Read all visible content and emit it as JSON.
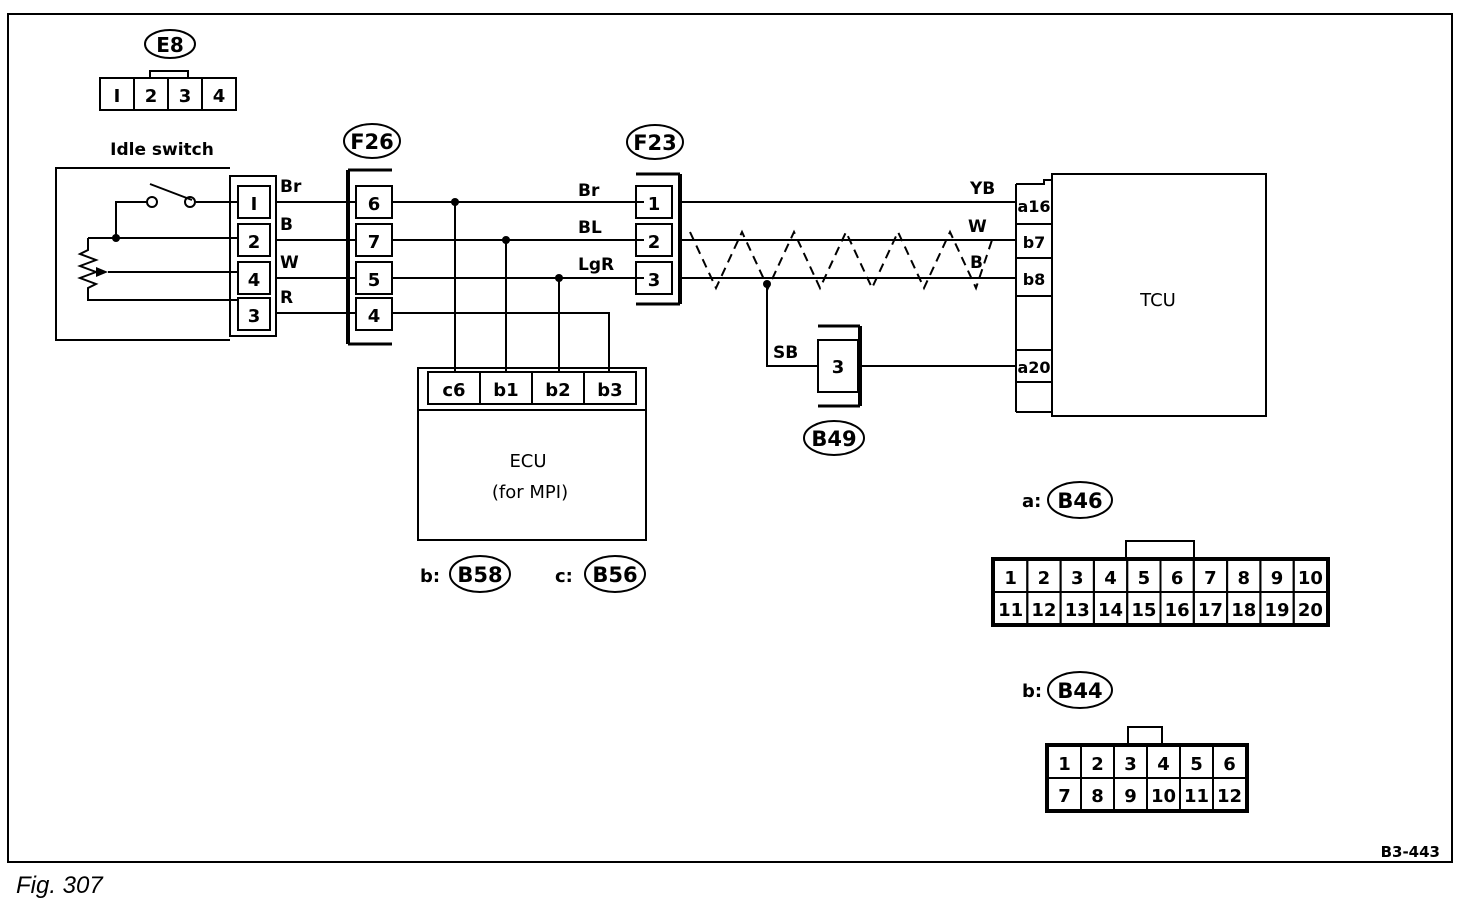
{
  "figure_caption": "Fig.  307",
  "figure_code": "B3-443",
  "connectors": {
    "e8": {
      "id": "E8",
      "pins": [
        "I",
        "2",
        "3",
        "4"
      ]
    },
    "f26": {
      "id": "F26",
      "pins": [
        "6",
        "7",
        "5",
        "4"
      ]
    },
    "f23": {
      "id": "F23",
      "pins": [
        "1",
        "2",
        "3"
      ]
    },
    "b49": {
      "id": "B49",
      "pin": "3"
    },
    "b58": {
      "prefix": "b:",
      "id": "B58"
    },
    "b56": {
      "prefix": "c:",
      "id": "B56"
    },
    "b46": {
      "prefix": "a:",
      "id": "B46",
      "row1": [
        "1",
        "2",
        "3",
        "4",
        "5",
        "6",
        "7",
        "8",
        "9",
        "10"
      ],
      "row2": [
        "11",
        "12",
        "13",
        "14",
        "15",
        "16",
        "17",
        "18",
        "19",
        "20"
      ]
    },
    "b44": {
      "prefix": "b:",
      "id": "B44",
      "row1": [
        "1",
        "2",
        "3",
        "4",
        "5",
        "6"
      ],
      "row2": [
        "7",
        "8",
        "9",
        "10",
        "11",
        "12"
      ]
    }
  },
  "idle_switch": {
    "label": "Idle switch",
    "pins": [
      "I",
      "2",
      "4",
      "3"
    ]
  },
  "wire_colors": {
    "left": [
      "Br",
      "B",
      "W",
      "R"
    ],
    "middle": [
      "Br",
      "BL",
      "LgR"
    ],
    "right": [
      "YB",
      "W",
      "B"
    ],
    "shield": "SB"
  },
  "ecu": {
    "name": "ECU",
    "subtitle": "(for MPI)",
    "pins": [
      "c6",
      "b1",
      "b2",
      "b3"
    ]
  },
  "tcu": {
    "name": "TCU",
    "pins": [
      "a16",
      "b7",
      "b8",
      "a20"
    ]
  }
}
